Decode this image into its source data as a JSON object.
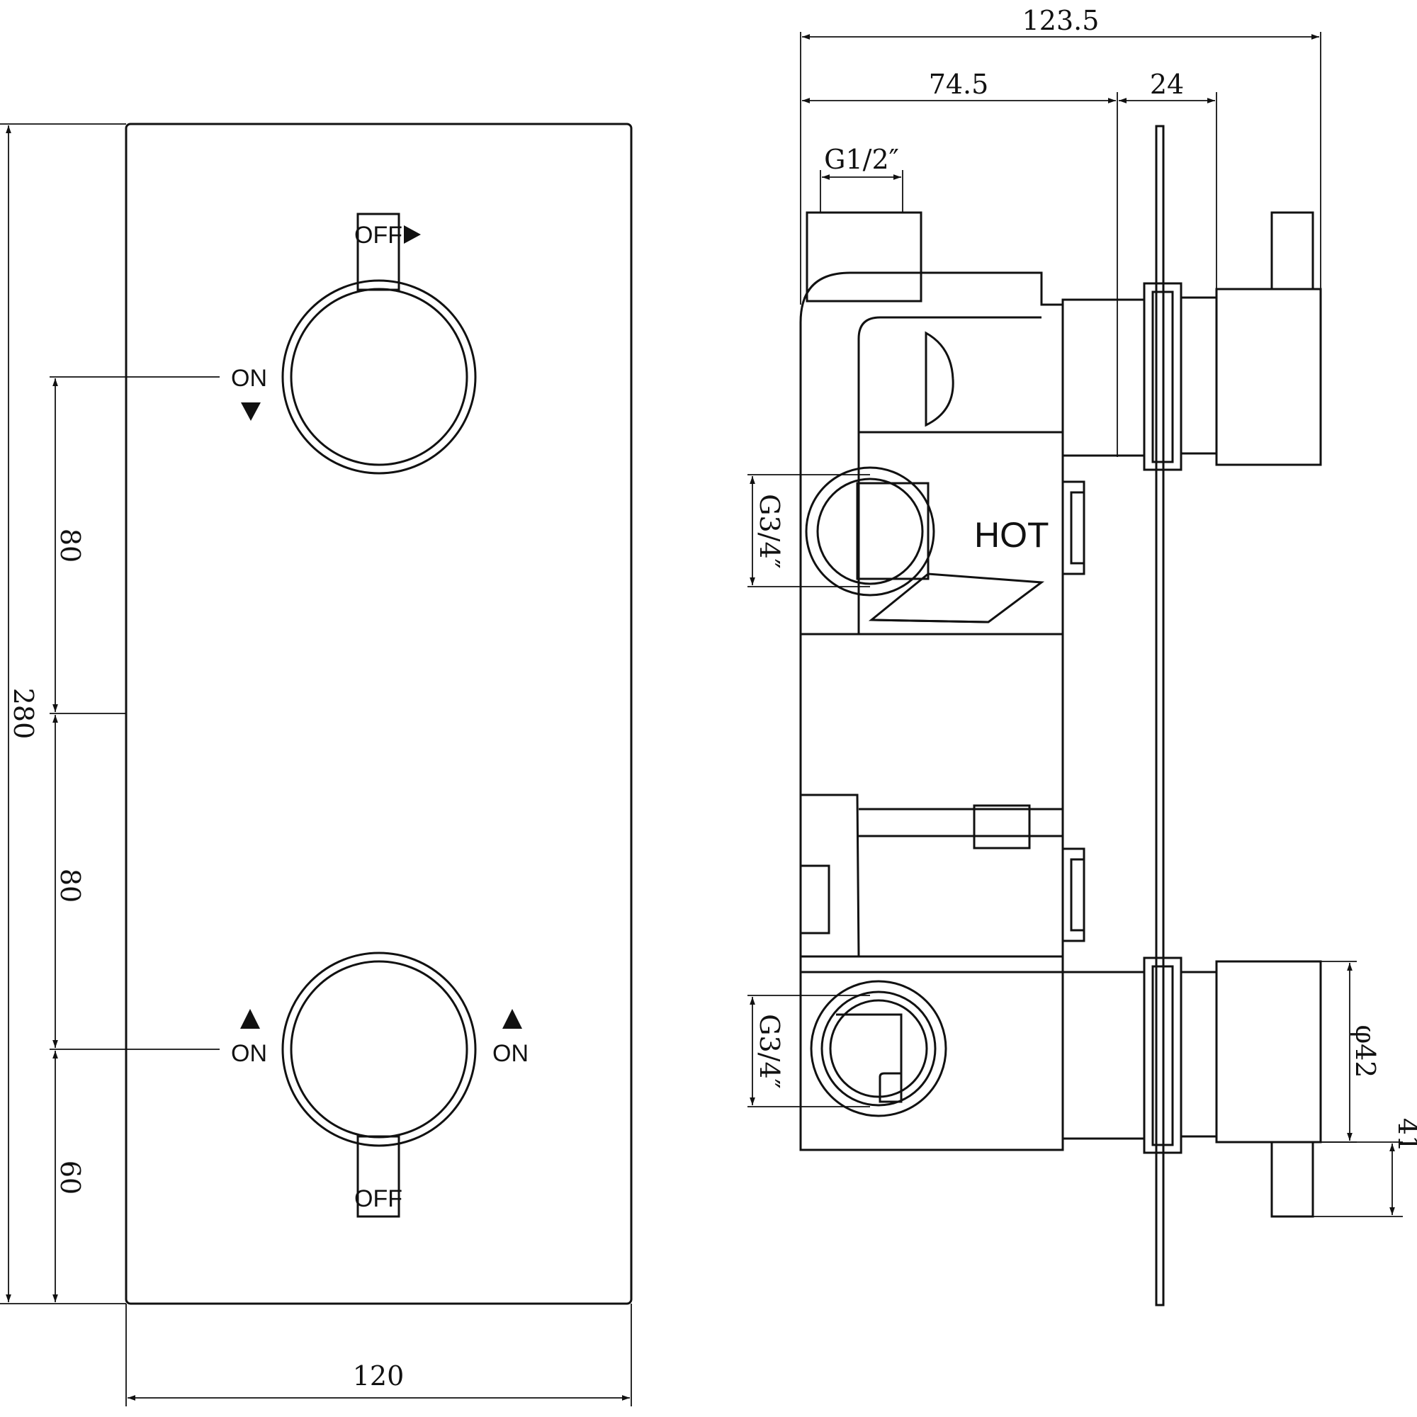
{
  "front_view": {
    "dimensions": {
      "width": "120",
      "height": "280",
      "spacing_upper": "80",
      "spacing_middle": "80",
      "spacing_lower": "60"
    },
    "top_handle": {
      "off_label": "OFF",
      "on_label": "ON"
    },
    "bottom_handle": {
      "off_label": "OFF",
      "on_left_label": "ON",
      "on_right_label": "ON"
    }
  },
  "side_view": {
    "dimensions": {
      "overall_depth": "123.5",
      "body_depth": "74.5",
      "handle_projection": "24",
      "outlet_thread": "G1/2″",
      "inlet_thread_hot": "G3/4″",
      "inlet_thread_cold": "G3/4″",
      "handle_diameter": "φ42",
      "handle_lever_length": "41"
    },
    "hot_label": "HOT"
  }
}
